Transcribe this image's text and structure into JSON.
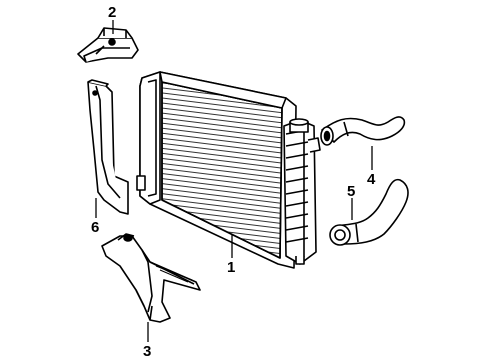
{
  "diagram": {
    "callouts": [
      {
        "id": "radiator",
        "label": "1"
      },
      {
        "id": "upper-bracket",
        "label": "2"
      },
      {
        "id": "lower-support",
        "label": "3"
      },
      {
        "id": "upper-hose",
        "label": "4"
      },
      {
        "id": "lower-hose",
        "label": "5"
      },
      {
        "id": "side-baffle",
        "label": "6"
      }
    ]
  }
}
